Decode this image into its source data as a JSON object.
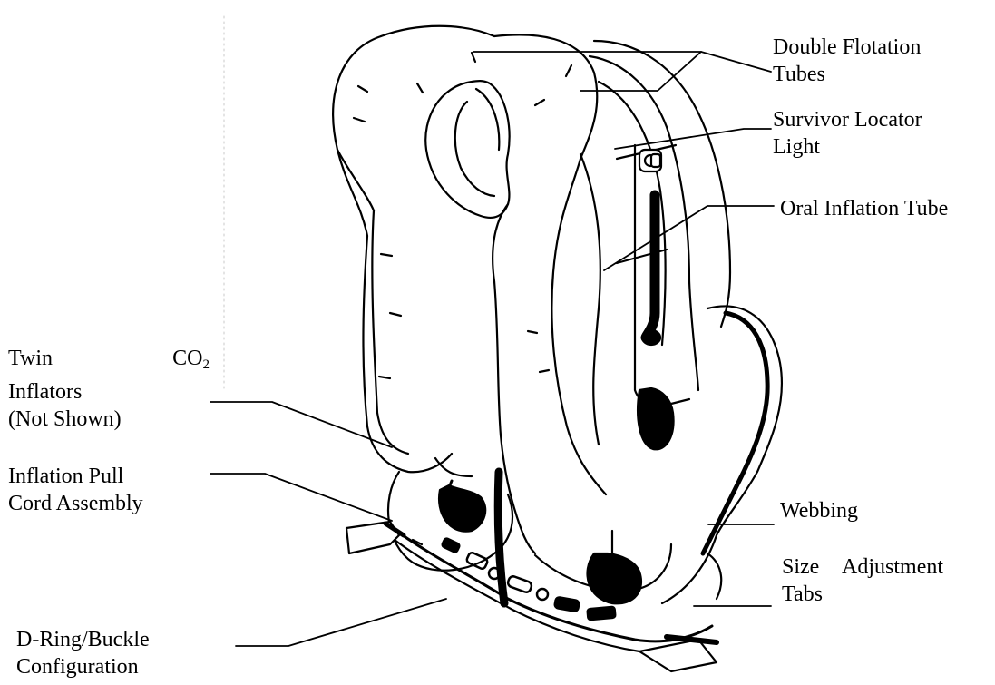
{
  "colors": {
    "ink": "#000000",
    "paper": "#ffffff"
  },
  "labels": {
    "double_flotation": {
      "line1": "Double Flotation",
      "line2": "Tubes"
    },
    "survivor_locator": {
      "line1": "Survivor Locator",
      "line2": "Light"
    },
    "oral_inflation": {
      "line1": "Oral Inflation Tube"
    },
    "twin_co2": {
      "word1": "Twin",
      "word2": "CO",
      "subscript": "2",
      "line2": "Inflators",
      "line3": "(Not Shown)"
    },
    "inflation_pull": {
      "line1": "Inflation Pull",
      "line2": "Cord Assembly"
    },
    "webbing": {
      "line1": "Webbing"
    },
    "size_adjustment": {
      "word1": "Size",
      "word2": "Adjustment",
      "line2": "Tabs"
    },
    "d_ring": {
      "line1": "D-Ring/Buckle",
      "line2": "Configuration"
    }
  }
}
